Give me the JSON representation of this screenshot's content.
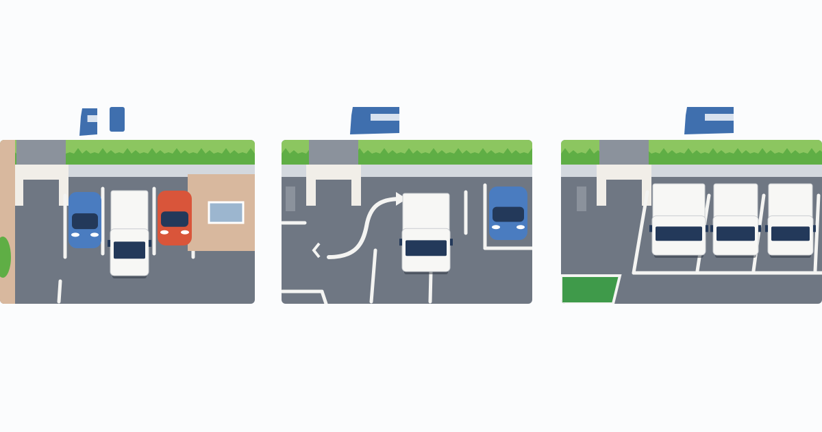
{
  "colors": {
    "background": "#fbfcfd",
    "asphalt": "#6f7783",
    "asphalt_dark": "#5f6773",
    "hedge": "#5fae45",
    "hedge_light": "#8cc660",
    "wall": "#d3d8de",
    "gate": "#f1eee8",
    "building": "#d8b89e",
    "sign": "#3f6fae",
    "line": "#f4f4f2",
    "green_area": "#3f9a4a"
  },
  "panels": [
    {
      "name": "panel-mixed-parking",
      "vehicles": [
        {
          "kind": "car",
          "color": "#4a7cc0"
        },
        {
          "kind": "van",
          "color": "#f7f7f5"
        },
        {
          "kind": "car",
          "color": "#d9553a"
        }
      ]
    },
    {
      "name": "panel-maneuver-parking",
      "icon": "curved-arrow-icon",
      "vehicles": [
        {
          "kind": "van",
          "color": "#f7f7f5"
        },
        {
          "kind": "car",
          "color": "#4a7cc0"
        }
      ]
    },
    {
      "name": "panel-van-parking",
      "vehicles": [
        {
          "kind": "van",
          "color": "#f7f7f5"
        },
        {
          "kind": "van",
          "color": "#f7f7f5"
        },
        {
          "kind": "van",
          "color": "#f7f7f5"
        }
      ]
    }
  ]
}
